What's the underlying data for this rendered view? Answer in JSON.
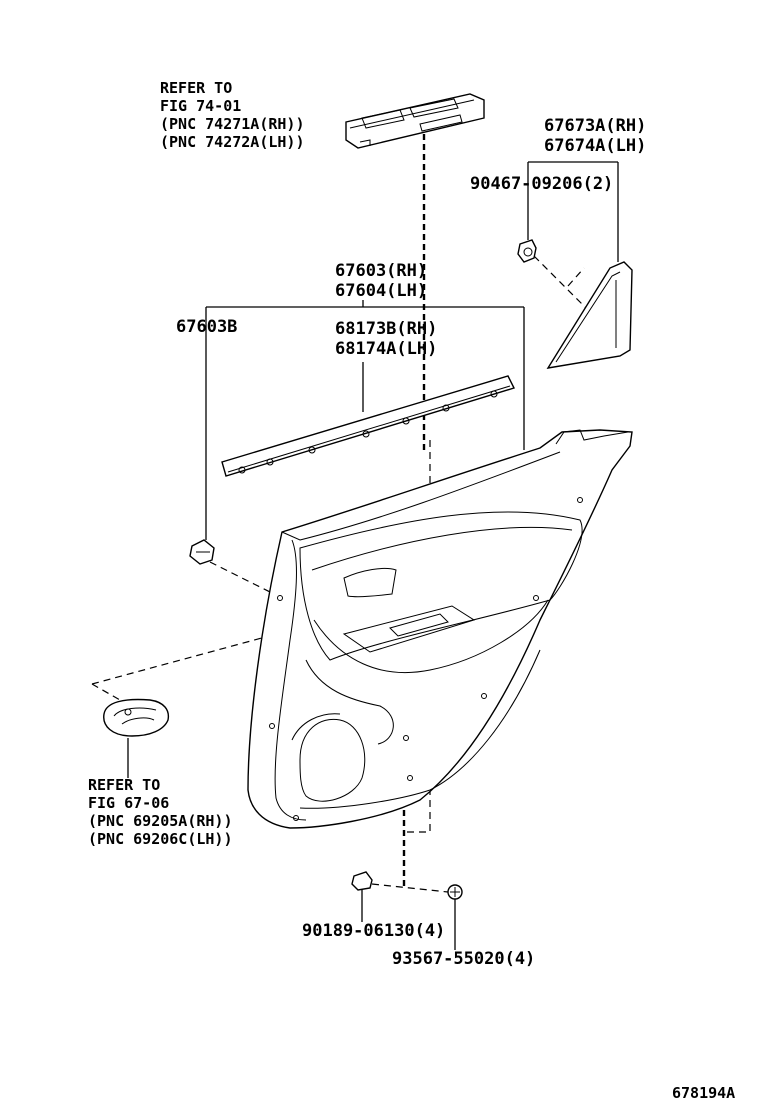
{
  "labels": {
    "refer_top_1": "REFER TO",
    "refer_top_2": "FIG 74-01",
    "refer_top_3": "(PNC 74271A(RH))",
    "refer_top_4": "(PNC 74272A(LH))",
    "p67673a": "67673A(RH)",
    "p67674a": "67674A(LH)",
    "p90467": "90467-09206(2)",
    "p67603rh": "67603(RH)",
    "p67604lh": "67604(LH)",
    "p67603b": "67603B",
    "p68173b": "68173B(RH)",
    "p68174a": "68174A(LH)",
    "refer_bot_1": "REFER TO",
    "refer_bot_2": "FIG 67-06",
    "refer_bot_3": "(PNC 69205A(RH))",
    "refer_bot_4": "(PNC 69206C(LH))",
    "p90189": "90189-06130(4)",
    "p93567": "93567-55020(4)",
    "fig_id": "678194A"
  }
}
